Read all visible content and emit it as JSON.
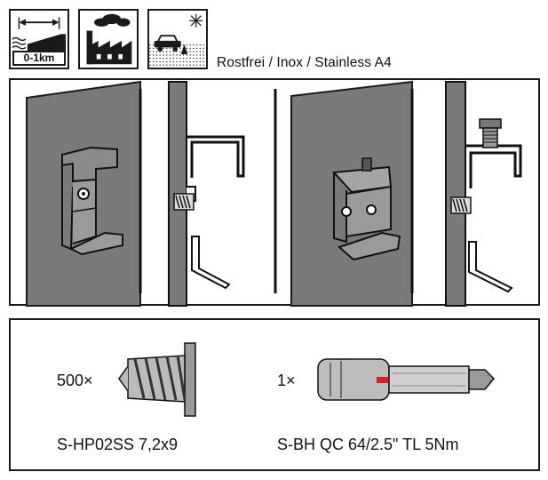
{
  "icons": [
    {
      "name": "coastal-distance-icon",
      "label": "0-1km"
    },
    {
      "name": "industrial-pollution-icon"
    },
    {
      "name": "winter-road-salt-icon"
    }
  ],
  "material_text": "Rostfrei / Inox / Stainless A4",
  "parts": [
    {
      "quantity": "500×",
      "code": "S-HP02SS 7,2x9"
    },
    {
      "quantity": "1×",
      "code": "S-BH QC 64/2.5\" TL 5Nm"
    }
  ],
  "colors": {
    "line": "#1a1a1a",
    "panel_grey": "#7a7a7a",
    "bit_red": "#d4242a"
  }
}
